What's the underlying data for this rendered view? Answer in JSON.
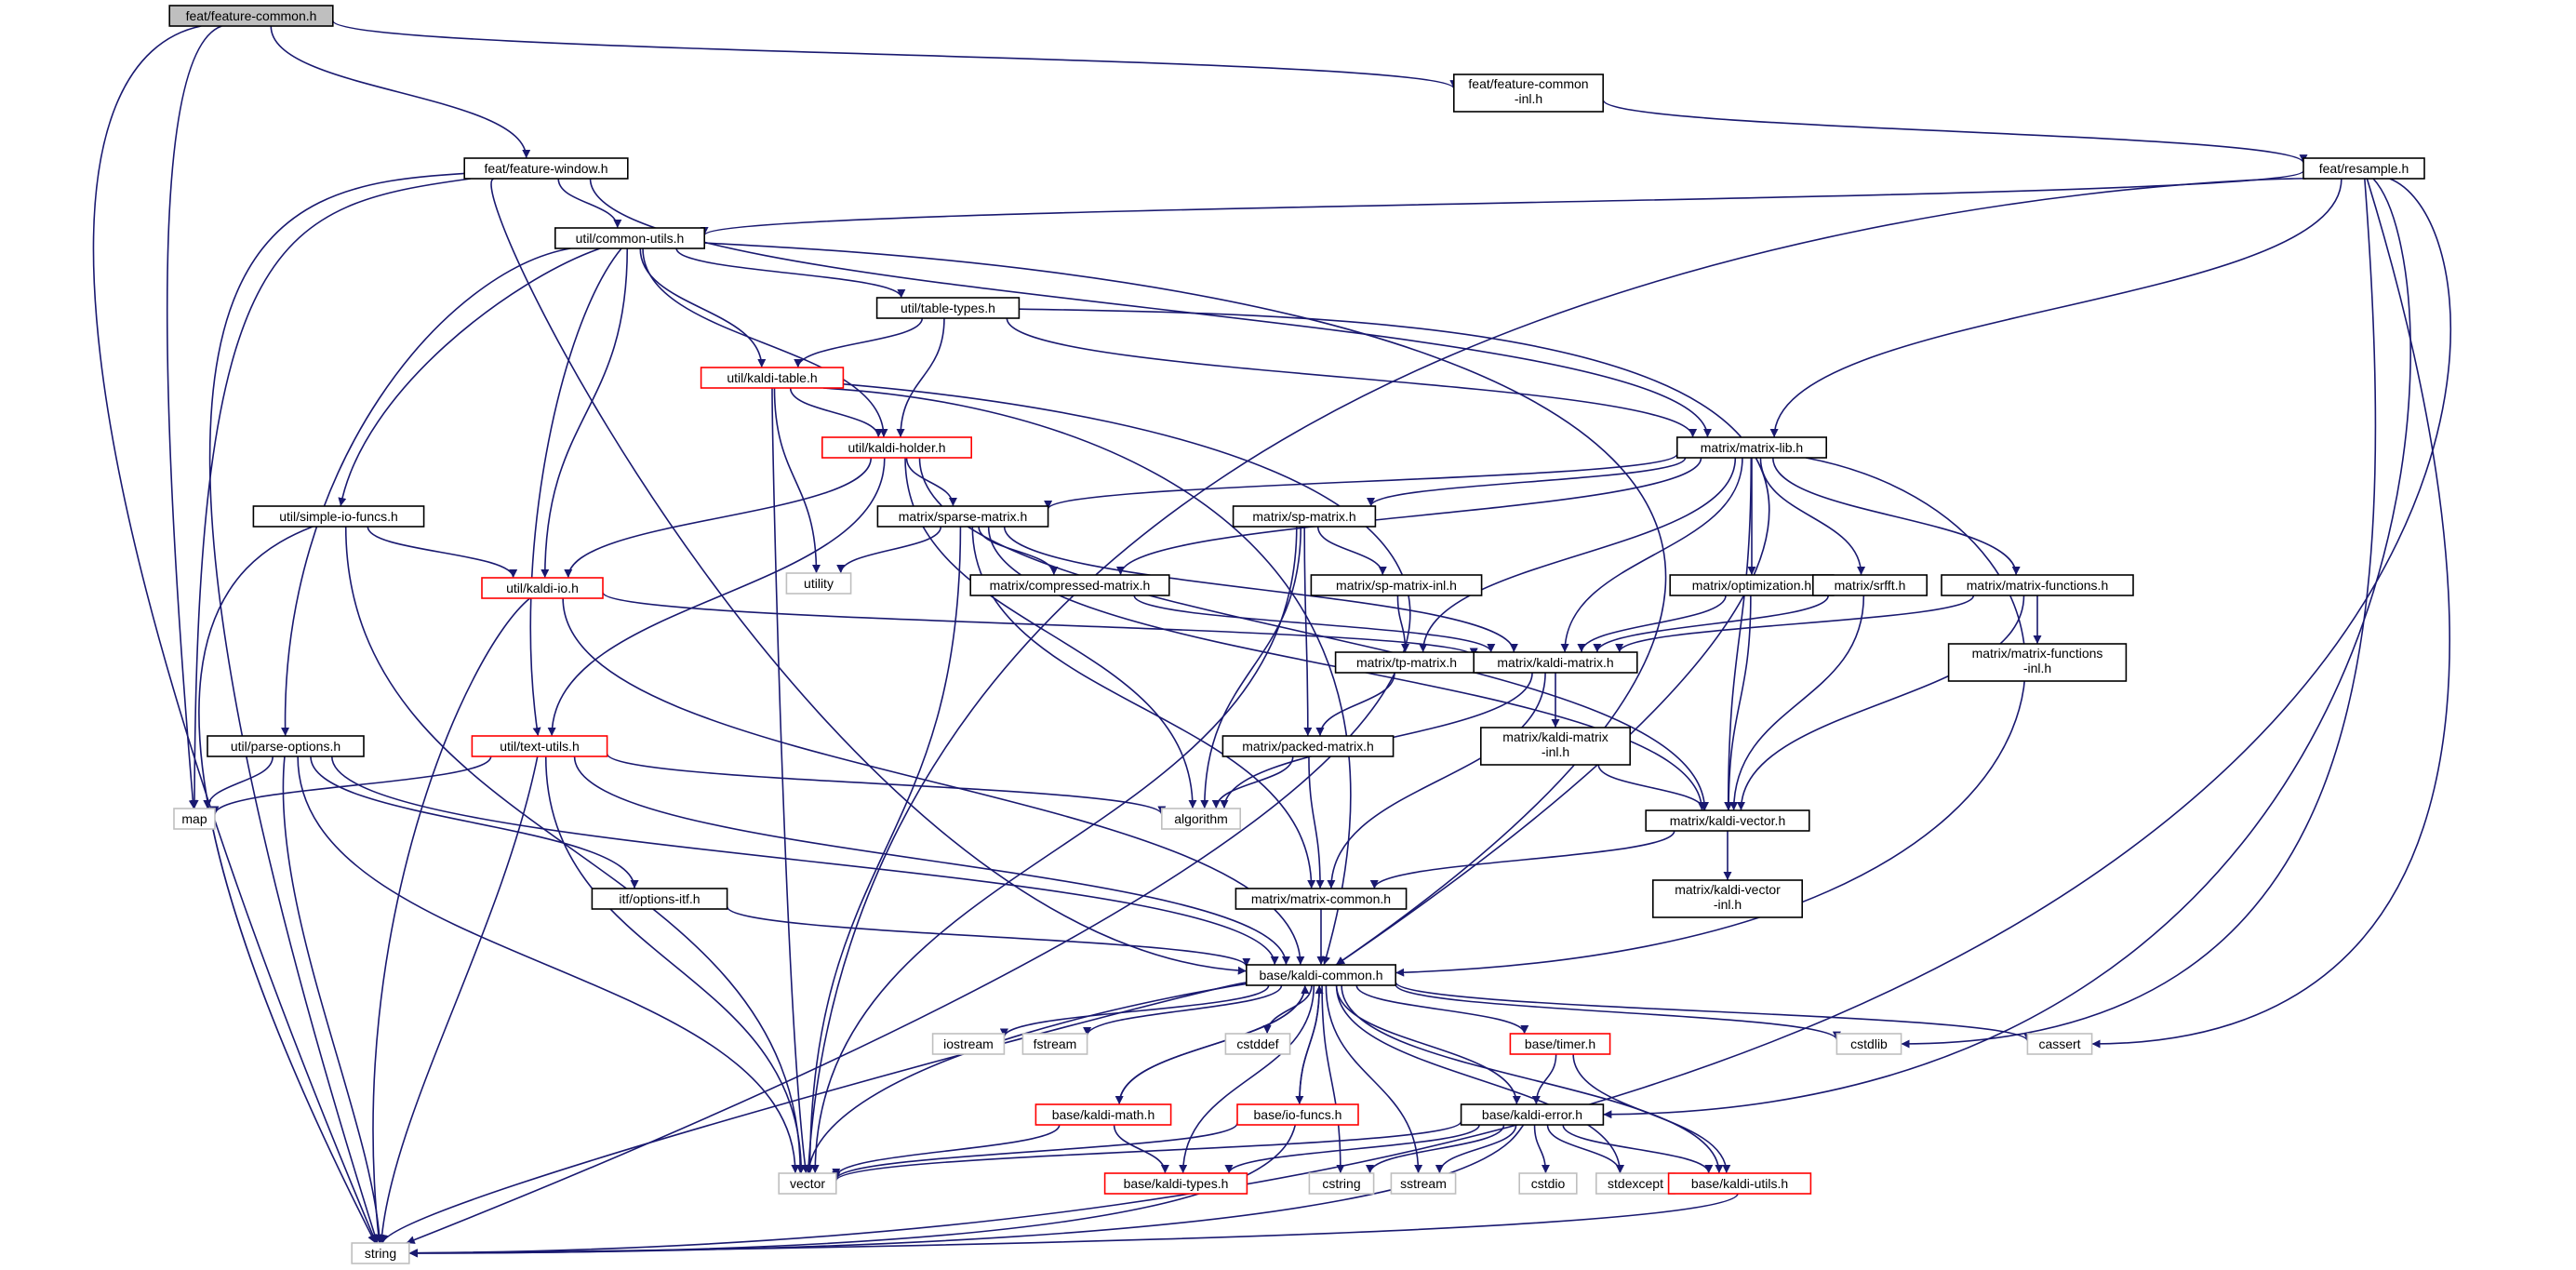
{
  "graph": {
    "colors": {
      "edge": "#191970",
      "root_fill": "#bfbfbf",
      "root_stroke": "#000000",
      "header_stroke": "#000000",
      "incomplete_stroke": "#ff0000",
      "system_stroke": "#bfbfbf",
      "node_fill": "#ffffff"
    },
    "nodes": [
      {
        "id": "feature-common",
        "lines": [
          "feat/feature-common.h"
        ],
        "kind": "root"
      },
      {
        "id": "feature-common-inl",
        "lines": [
          "feat/feature-common",
          "-inl.h"
        ],
        "kind": "header"
      },
      {
        "id": "feature-window",
        "lines": [
          "feat/feature-window.h"
        ],
        "kind": "header"
      },
      {
        "id": "resample",
        "lines": [
          "feat/resample.h"
        ],
        "kind": "header"
      },
      {
        "id": "common-utils",
        "lines": [
          "util/common-utils.h"
        ],
        "kind": "header"
      },
      {
        "id": "table-types",
        "lines": [
          "util/table-types.h"
        ],
        "kind": "header"
      },
      {
        "id": "kaldi-table",
        "lines": [
          "util/kaldi-table.h"
        ],
        "kind": "incomplete"
      },
      {
        "id": "kaldi-holder",
        "lines": [
          "util/kaldi-holder.h"
        ],
        "kind": "incomplete"
      },
      {
        "id": "matrix-lib",
        "lines": [
          "matrix/matrix-lib.h"
        ],
        "kind": "header"
      },
      {
        "id": "simple-io-funcs",
        "lines": [
          "util/simple-io-funcs.h"
        ],
        "kind": "header"
      },
      {
        "id": "sparse-matrix",
        "lines": [
          "matrix/sparse-matrix.h"
        ],
        "kind": "header"
      },
      {
        "id": "sp-matrix",
        "lines": [
          "matrix/sp-matrix.h"
        ],
        "kind": "header"
      },
      {
        "id": "utility",
        "lines": [
          "utility"
        ],
        "kind": "system"
      },
      {
        "id": "compressed-matrix",
        "lines": [
          "matrix/compressed-matrix.h"
        ],
        "kind": "header"
      },
      {
        "id": "sp-matrix-inl",
        "lines": [
          "matrix/sp-matrix-inl.h"
        ],
        "kind": "header"
      },
      {
        "id": "optimization",
        "lines": [
          "matrix/optimization.h"
        ],
        "kind": "header"
      },
      {
        "id": "srfft",
        "lines": [
          "matrix/srfft.h"
        ],
        "kind": "header"
      },
      {
        "id": "matrix-functions",
        "lines": [
          "matrix/matrix-functions.h"
        ],
        "kind": "header"
      },
      {
        "id": "kaldi-io",
        "lines": [
          "util/kaldi-io.h"
        ],
        "kind": "incomplete"
      },
      {
        "id": "tp-matrix",
        "lines": [
          "matrix/tp-matrix.h"
        ],
        "kind": "header"
      },
      {
        "id": "kaldi-matrix",
        "lines": [
          "matrix/kaldi-matrix.h"
        ],
        "kind": "header"
      },
      {
        "id": "matrix-functions-inl",
        "lines": [
          "matrix/matrix-functions",
          "-inl.h"
        ],
        "kind": "header"
      },
      {
        "id": "parse-options",
        "lines": [
          "util/parse-options.h"
        ],
        "kind": "header"
      },
      {
        "id": "text-utils",
        "lines": [
          "util/text-utils.h"
        ],
        "kind": "incomplete"
      },
      {
        "id": "packed-matrix",
        "lines": [
          "matrix/packed-matrix.h"
        ],
        "kind": "header"
      },
      {
        "id": "kaldi-matrix-inl",
        "lines": [
          "matrix/kaldi-matrix",
          "-inl.h"
        ],
        "kind": "header"
      },
      {
        "id": "map",
        "lines": [
          "map"
        ],
        "kind": "system"
      },
      {
        "id": "algorithm",
        "lines": [
          "algorithm"
        ],
        "kind": "system"
      },
      {
        "id": "kaldi-vector",
        "lines": [
          "matrix/kaldi-vector.h"
        ],
        "kind": "header"
      },
      {
        "id": "options-itf",
        "lines": [
          "itf/options-itf.h"
        ],
        "kind": "header"
      },
      {
        "id": "matrix-common",
        "lines": [
          "matrix/matrix-common.h"
        ],
        "kind": "header"
      },
      {
        "id": "kaldi-vector-inl",
        "lines": [
          "matrix/kaldi-vector",
          "-inl.h"
        ],
        "kind": "header"
      },
      {
        "id": "kaldi-common",
        "lines": [
          "base/kaldi-common.h"
        ],
        "kind": "header"
      },
      {
        "id": "iostream",
        "lines": [
          "iostream"
        ],
        "kind": "system"
      },
      {
        "id": "fstream",
        "lines": [
          "fstream"
        ],
        "kind": "system"
      },
      {
        "id": "cstddef",
        "lines": [
          "cstddef"
        ],
        "kind": "system"
      },
      {
        "id": "timer",
        "lines": [
          "base/timer.h"
        ],
        "kind": "incomplete"
      },
      {
        "id": "cstdlib",
        "lines": [
          "cstdlib"
        ],
        "kind": "system"
      },
      {
        "id": "cassert",
        "lines": [
          "cassert"
        ],
        "kind": "system"
      },
      {
        "id": "kaldi-math",
        "lines": [
          "base/kaldi-math.h"
        ],
        "kind": "incomplete"
      },
      {
        "id": "io-funcs",
        "lines": [
          "base/io-funcs.h"
        ],
        "kind": "incomplete"
      },
      {
        "id": "kaldi-error",
        "lines": [
          "base/kaldi-error.h"
        ],
        "kind": "header"
      },
      {
        "id": "vector",
        "lines": [
          "vector"
        ],
        "kind": "system"
      },
      {
        "id": "kaldi-types",
        "lines": [
          "base/kaldi-types.h"
        ],
        "kind": "incomplete"
      },
      {
        "id": "cstring",
        "lines": [
          "cstring"
        ],
        "kind": "system"
      },
      {
        "id": "sstream",
        "lines": [
          "sstream"
        ],
        "kind": "system"
      },
      {
        "id": "cstdio",
        "lines": [
          "cstdio"
        ],
        "kind": "system"
      },
      {
        "id": "stdexcept",
        "lines": [
          "stdexcept"
        ],
        "kind": "system"
      },
      {
        "id": "kaldi-utils",
        "lines": [
          "base/kaldi-utils.h"
        ],
        "kind": "incomplete"
      },
      {
        "id": "string",
        "lines": [
          "string"
        ],
        "kind": "system"
      }
    ],
    "edges": [
      [
        "feature-common",
        "feature-common-inl"
      ],
      [
        "feature-common",
        "feature-window"
      ],
      [
        "feature-common",
        "map"
      ],
      [
        "feature-common",
        "string"
      ],
      [
        "feature-common-inl",
        "resample"
      ],
      [
        "feature-window",
        "common-utils"
      ],
      [
        "feature-window",
        "matrix-lib"
      ],
      [
        "feature-window",
        "kaldi-common"
      ],
      [
        "feature-window",
        "map"
      ],
      [
        "feature-window",
        "string"
      ],
      [
        "resample",
        "common-utils"
      ],
      [
        "resample",
        "matrix-lib"
      ],
      [
        "resample",
        "vector"
      ],
      [
        "resample",
        "kaldi-error"
      ],
      [
        "resample",
        "cstdlib"
      ],
      [
        "resample",
        "cassert"
      ],
      [
        "resample",
        "string"
      ],
      [
        "common-utils",
        "table-types"
      ],
      [
        "common-utils",
        "kaldi-table"
      ],
      [
        "common-utils",
        "kaldi-holder"
      ],
      [
        "common-utils",
        "kaldi-io"
      ],
      [
        "common-utils",
        "simple-io-funcs"
      ],
      [
        "common-utils",
        "parse-options"
      ],
      [
        "common-utils",
        "text-utils"
      ],
      [
        "common-utils",
        "kaldi-common"
      ],
      [
        "table-types",
        "kaldi-table"
      ],
      [
        "table-types",
        "kaldi-holder"
      ],
      [
        "table-types",
        "matrix-lib"
      ],
      [
        "table-types",
        "kaldi-common"
      ],
      [
        "kaldi-table",
        "kaldi-holder"
      ],
      [
        "kaldi-table",
        "utility"
      ],
      [
        "kaldi-table",
        "vector"
      ],
      [
        "kaldi-table",
        "kaldi-common"
      ],
      [
        "kaldi-table",
        "string"
      ],
      [
        "kaldi-holder",
        "kaldi-io"
      ],
      [
        "kaldi-holder",
        "sparse-matrix"
      ],
      [
        "kaldi-holder",
        "text-utils"
      ],
      [
        "kaldi-holder",
        "algorithm"
      ],
      [
        "kaldi-holder",
        "kaldi-vector"
      ],
      [
        "matrix-lib",
        "sparse-matrix"
      ],
      [
        "matrix-lib",
        "sp-matrix"
      ],
      [
        "matrix-lib",
        "compressed-matrix"
      ],
      [
        "matrix-lib",
        "optimization"
      ],
      [
        "matrix-lib",
        "srfft"
      ],
      [
        "matrix-lib",
        "matrix-functions"
      ],
      [
        "matrix-lib",
        "tp-matrix"
      ],
      [
        "matrix-lib",
        "kaldi-matrix"
      ],
      [
        "matrix-lib",
        "kaldi-vector"
      ],
      [
        "matrix-lib",
        "kaldi-common"
      ],
      [
        "simple-io-funcs",
        "kaldi-io"
      ],
      [
        "simple-io-funcs",
        "vector"
      ],
      [
        "simple-io-funcs",
        "string"
      ],
      [
        "sparse-matrix",
        "utility"
      ],
      [
        "sparse-matrix",
        "compressed-matrix"
      ],
      [
        "sparse-matrix",
        "kaldi-matrix"
      ],
      [
        "sparse-matrix",
        "kaldi-vector"
      ],
      [
        "sparse-matrix",
        "matrix-common"
      ],
      [
        "sparse-matrix",
        "vector"
      ],
      [
        "sp-matrix",
        "sp-matrix-inl"
      ],
      [
        "sp-matrix",
        "packed-matrix"
      ],
      [
        "sp-matrix",
        "algorithm"
      ],
      [
        "sp-matrix",
        "vector"
      ],
      [
        "compressed-matrix",
        "kaldi-matrix"
      ],
      [
        "sp-matrix-inl",
        "tp-matrix"
      ],
      [
        "optimization",
        "kaldi-matrix"
      ],
      [
        "optimization",
        "kaldi-vector"
      ],
      [
        "srfft",
        "kaldi-matrix"
      ],
      [
        "srfft",
        "kaldi-vector"
      ],
      [
        "matrix-functions",
        "kaldi-matrix"
      ],
      [
        "matrix-functions",
        "matrix-functions-inl"
      ],
      [
        "matrix-functions",
        "kaldi-vector"
      ],
      [
        "kaldi-io",
        "kaldi-matrix"
      ],
      [
        "kaldi-io",
        "kaldi-common"
      ],
      [
        "kaldi-io",
        "string"
      ],
      [
        "tp-matrix",
        "packed-matrix"
      ],
      [
        "kaldi-matrix",
        "kaldi-matrix-inl"
      ],
      [
        "kaldi-matrix",
        "algorithm"
      ],
      [
        "kaldi-matrix",
        "matrix-common"
      ],
      [
        "parse-options",
        "options-itf"
      ],
      [
        "parse-options",
        "map"
      ],
      [
        "parse-options",
        "kaldi-common"
      ],
      [
        "parse-options",
        "vector"
      ],
      [
        "parse-options",
        "string"
      ],
      [
        "text-utils",
        "map"
      ],
      [
        "text-utils",
        "algorithm"
      ],
      [
        "text-utils",
        "kaldi-common"
      ],
      [
        "text-utils",
        "vector"
      ],
      [
        "text-utils",
        "string"
      ],
      [
        "packed-matrix",
        "algorithm"
      ],
      [
        "packed-matrix",
        "matrix-common"
      ],
      [
        "kaldi-matrix-inl",
        "kaldi-vector"
      ],
      [
        "kaldi-vector",
        "matrix-common"
      ],
      [
        "kaldi-vector",
        "kaldi-vector-inl"
      ],
      [
        "options-itf",
        "kaldi-common"
      ],
      [
        "matrix-common",
        "kaldi-common"
      ],
      [
        "kaldi-common",
        "iostream"
      ],
      [
        "kaldi-common",
        "fstream"
      ],
      [
        "kaldi-common",
        "cstddef"
      ],
      [
        "kaldi-common",
        "timer"
      ],
      [
        "kaldi-common",
        "cstdlib"
      ],
      [
        "kaldi-common",
        "cassert"
      ],
      [
        "kaldi-common",
        "kaldi-math"
      ],
      [
        "kaldi-common",
        "io-funcs"
      ],
      [
        "kaldi-common",
        "kaldi-error"
      ],
      [
        "kaldi-common",
        "vector"
      ],
      [
        "kaldi-common",
        "kaldi-types"
      ],
      [
        "kaldi-common",
        "cstring"
      ],
      [
        "kaldi-common",
        "sstream"
      ],
      [
        "kaldi-common",
        "stdexcept"
      ],
      [
        "kaldi-common",
        "kaldi-utils"
      ],
      [
        "kaldi-common",
        "string"
      ],
      [
        "timer",
        "kaldi-error"
      ],
      [
        "timer",
        "kaldi-utils"
      ],
      [
        "kaldi-math",
        "kaldi-common"
      ],
      [
        "kaldi-math",
        "kaldi-types"
      ],
      [
        "kaldi-math",
        "vector"
      ],
      [
        "io-funcs",
        "kaldi-common"
      ],
      [
        "io-funcs",
        "vector"
      ],
      [
        "io-funcs",
        "string"
      ],
      [
        "kaldi-error",
        "vector"
      ],
      [
        "kaldi-error",
        "kaldi-types"
      ],
      [
        "kaldi-error",
        "cstring"
      ],
      [
        "kaldi-error",
        "sstream"
      ],
      [
        "kaldi-error",
        "cstdio"
      ],
      [
        "kaldi-error",
        "stdexcept"
      ],
      [
        "kaldi-error",
        "kaldi-utils"
      ],
      [
        "kaldi-error",
        "string"
      ],
      [
        "kaldi-utils",
        "string"
      ]
    ]
  }
}
